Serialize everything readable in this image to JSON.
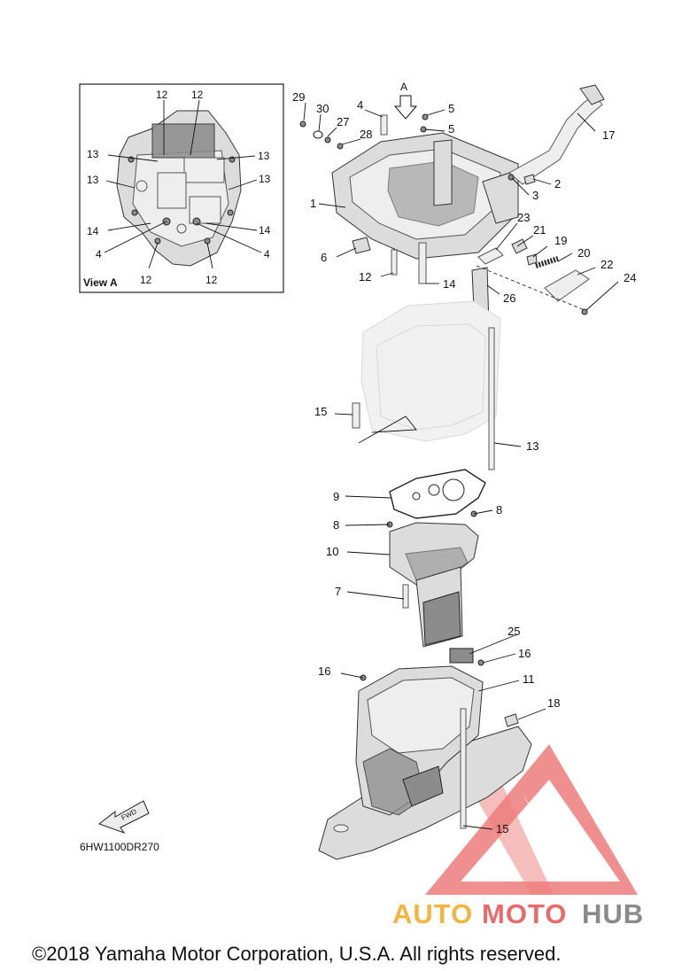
{
  "diagram": {
    "code": "6HW1100DR270",
    "copyright": "©2018 Yamaha Motor Corporation, U.S.A. All rights reserved.",
    "view_a": {
      "title": "View A",
      "labels": {
        "top_left_12": "12",
        "top_right_12": "12",
        "left_13_a": "13",
        "left_13_b": "13",
        "right_13_a": "13",
        "right_13_b": "13",
        "left_14": "14",
        "right_14": "14",
        "left_4": "4",
        "right_4": "4",
        "bottom_left_12": "12",
        "bottom_right_12": "12"
      }
    },
    "view_arrow_label": "A",
    "fwd_label": "FWD",
    "callouts": {
      "c1": "1",
      "c2": "2",
      "c3": "3",
      "c4": "4",
      "c5a": "5",
      "c5b": "5",
      "c6": "6",
      "c7": "7",
      "c8a": "8",
      "c8b": "8",
      "c9": "9",
      "c10": "10",
      "c11": "11",
      "c12": "12",
      "c13": "13",
      "c14": "14",
      "c15a": "15",
      "c15b": "15",
      "c16a": "16",
      "c16b": "16",
      "c17": "17",
      "c18": "18",
      "c19": "19",
      "c20": "20",
      "c21": "21",
      "c22": "22",
      "c23": "23",
      "c24": "24",
      "c25": "25",
      "c26": "26",
      "c27": "27",
      "c28": "28",
      "c29": "29",
      "c30": "30"
    },
    "watermark": {
      "part1": "AUTO",
      "part2": "MOTO",
      "part3": "HUB",
      "color1": "#f2b640",
      "color2": "#e86a6a",
      "color3": "#8a8a8a",
      "triangle_color": "#e85050"
    }
  }
}
